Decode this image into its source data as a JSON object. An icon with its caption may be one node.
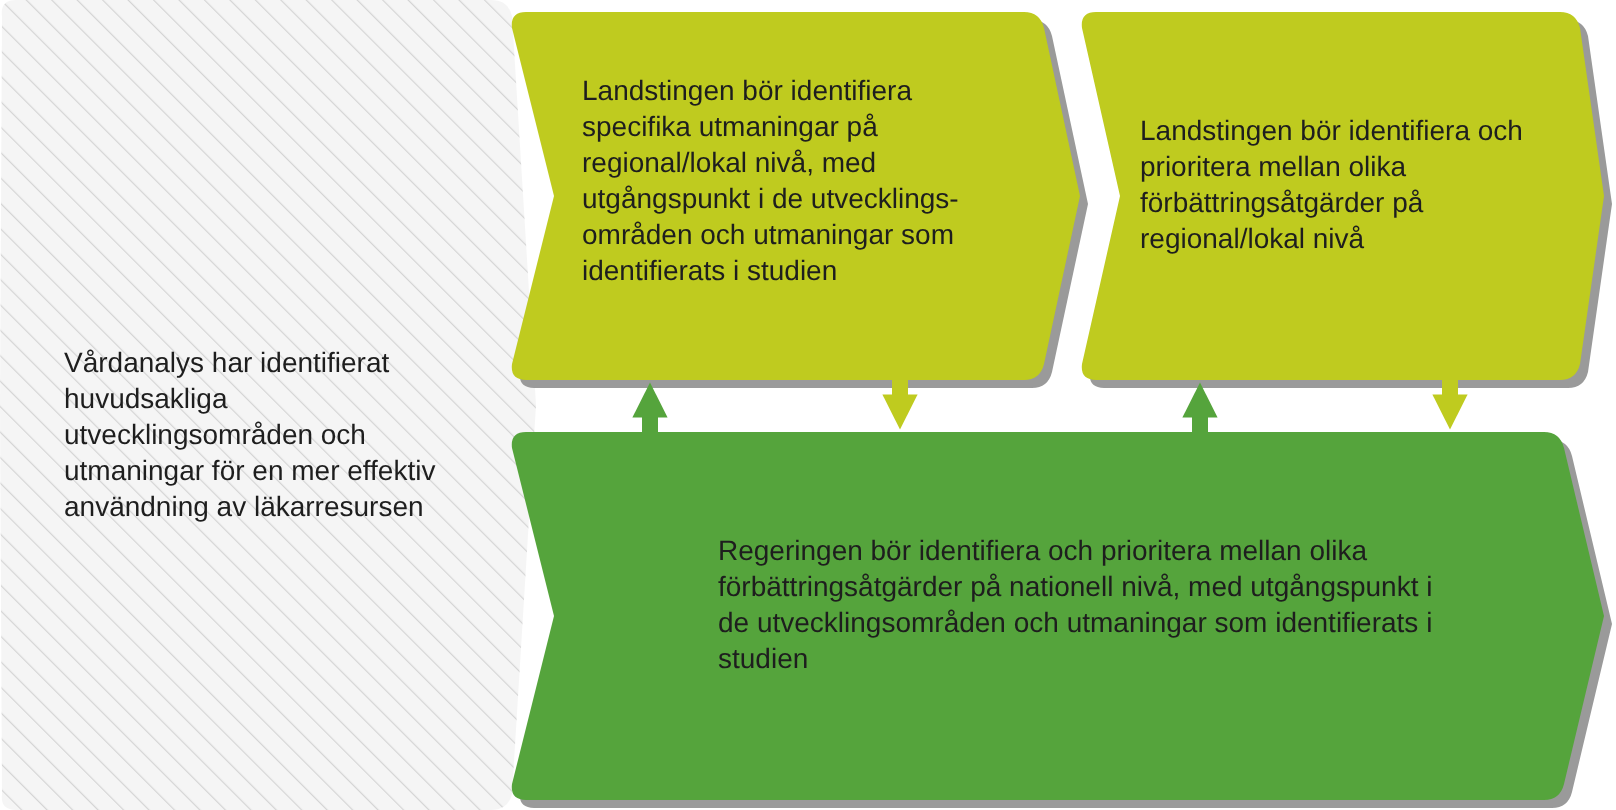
{
  "diagram": {
    "nodes": [
      {
        "text": [
          "Vårdanalys har identifierat huvudsakliga utvecklingsområden och utmaningar för en mer effektiv användning av läkarresursen"
        ]
      },
      {
        "text": [
          "Landstingen bör identifiera specifika utmaningar på regional/lokal nivå, med utgångspunkt i de utvecklings-områden och utmaningar som identifierats i studien"
        ]
      },
      {
        "text": [
          "Landstingen bör identifiera och prioritera mellan olika förbättringsåtgärder på regional/lokal nivå"
        ]
      },
      {
        "text": [
          "Regeringen bör identifiera och prioritera mellan olika förbättringsåtgärder på nationell nivå, med utgångspunkt i de utvecklingsområden och utmaningar som identifierats i studien"
        ]
      }
    ],
    "edges": [
      {
        "from": 3,
        "to": 1,
        "arrow": "to",
        "color": "#55a43c"
      },
      {
        "from": 1,
        "to": 3,
        "arrow": "to",
        "color": "#bfcb1f"
      },
      {
        "from": 3,
        "to": 2,
        "arrow": "to",
        "color": "#55a43c"
      },
      {
        "from": 2,
        "to": 3,
        "arrow": "to",
        "color": "#bfcb1f"
      }
    ]
  }
}
